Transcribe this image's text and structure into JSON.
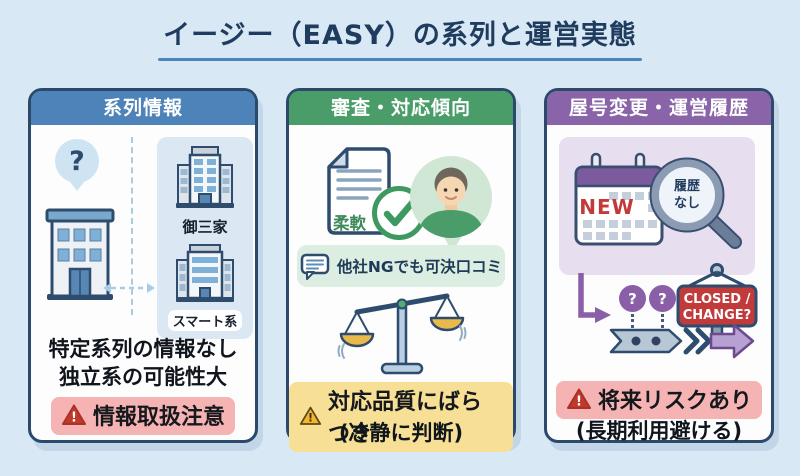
{
  "title": "イージー（EASY）の系列と運営実態",
  "warning_mark": "!",
  "colors": {
    "background": "#d8e8f4",
    "title_text": "#1f3b5e",
    "title_underline": "#4a88bc",
    "panel_border": "#2b4a6b",
    "header_blue": "#4d83b8",
    "header_green": "#4a9d68",
    "header_purple": "#8a64a8",
    "badge_red_bg": "#f5b3b3",
    "badge_yellow_bg": "#f7e095",
    "note_green_bg": "#dceee2",
    "container_blue_bg": "#dbe7f3",
    "container_purple_bg": "#e7def0",
    "alert_red": "#c0392b",
    "warning_yellow": "#f2b72e",
    "accent_purple": "#8a5fa8",
    "sign_red": "#c23b3b"
  },
  "panels": [
    {
      "header": "系列情報",
      "question_mark": "?",
      "group_top_label": "御三家",
      "group_bottom_label": "スマート系",
      "line1": "特定系列の情報なし",
      "line2": "独立系の可能性大",
      "badge": "情報取扱注意"
    },
    {
      "header": "審査・対応傾向",
      "doc_label": "柔軟",
      "note": "他社NGでも可決口コミ",
      "badge": "対応品質にばらつき",
      "sub": "(冷静に判断)"
    },
    {
      "header": "屋号変更・運営履歴",
      "calendar_label": "NEW",
      "magnifier_line1": "履歴",
      "magnifier_line2": "なし",
      "question_mark_1": "?",
      "question_mark_2": "?",
      "sign_line1": "CLOSED /",
      "sign_line2": "CHANGE?",
      "badge": "将来リスクあり",
      "sub": "(長期利用避ける)"
    }
  ]
}
